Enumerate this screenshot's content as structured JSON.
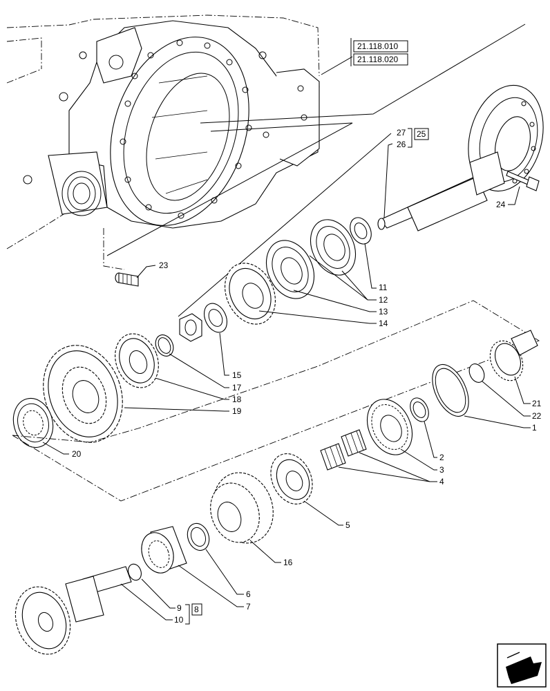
{
  "ref_boxes": {
    "top_1": "21.118.010",
    "top_2": "21.118.020",
    "pinion_group": "25",
    "shaft_group": "8"
  },
  "callouts": {
    "c1": "1",
    "c2": "2",
    "c3": "3",
    "c4": "4",
    "c5": "5",
    "c6": "6",
    "c7": "7",
    "c9": "9",
    "c10": "10",
    "c11": "11",
    "c12": "12",
    "c13": "13",
    "c14": "14",
    "c15": "15",
    "c16": "16",
    "c17": "17",
    "c18": "18",
    "c19": "19",
    "c20": "20",
    "c21": "21",
    "c22": "22",
    "c23": "23",
    "c24": "24",
    "c26": "26",
    "c27": "27"
  },
  "nav_icon": "arrow-next-icon"
}
